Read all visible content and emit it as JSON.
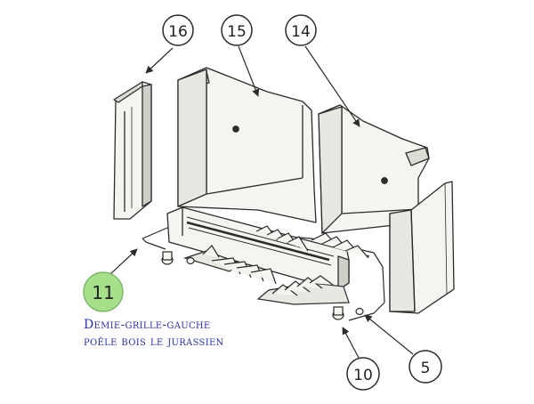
{
  "diagram": {
    "callouts": [
      {
        "id": "16",
        "label": "16",
        "highlight": false
      },
      {
        "id": "15",
        "label": "15",
        "highlight": false
      },
      {
        "id": "14",
        "label": "14",
        "highlight": false
      },
      {
        "id": "11",
        "label": "11",
        "highlight": true
      },
      {
        "id": "10",
        "label": "10",
        "highlight": false
      },
      {
        "id": "5",
        "label": "5",
        "highlight": false
      }
    ],
    "caption": {
      "line1": "Demie-grille-gauche",
      "line2": "poêle bois le jurassien"
    },
    "colors": {
      "highlight_fill": "#a6e08a",
      "line": "#2b2b2b",
      "part_fill": "#f4f4f0",
      "part_shade": "#cfcfc8",
      "caption": "#2a2fb8"
    }
  }
}
